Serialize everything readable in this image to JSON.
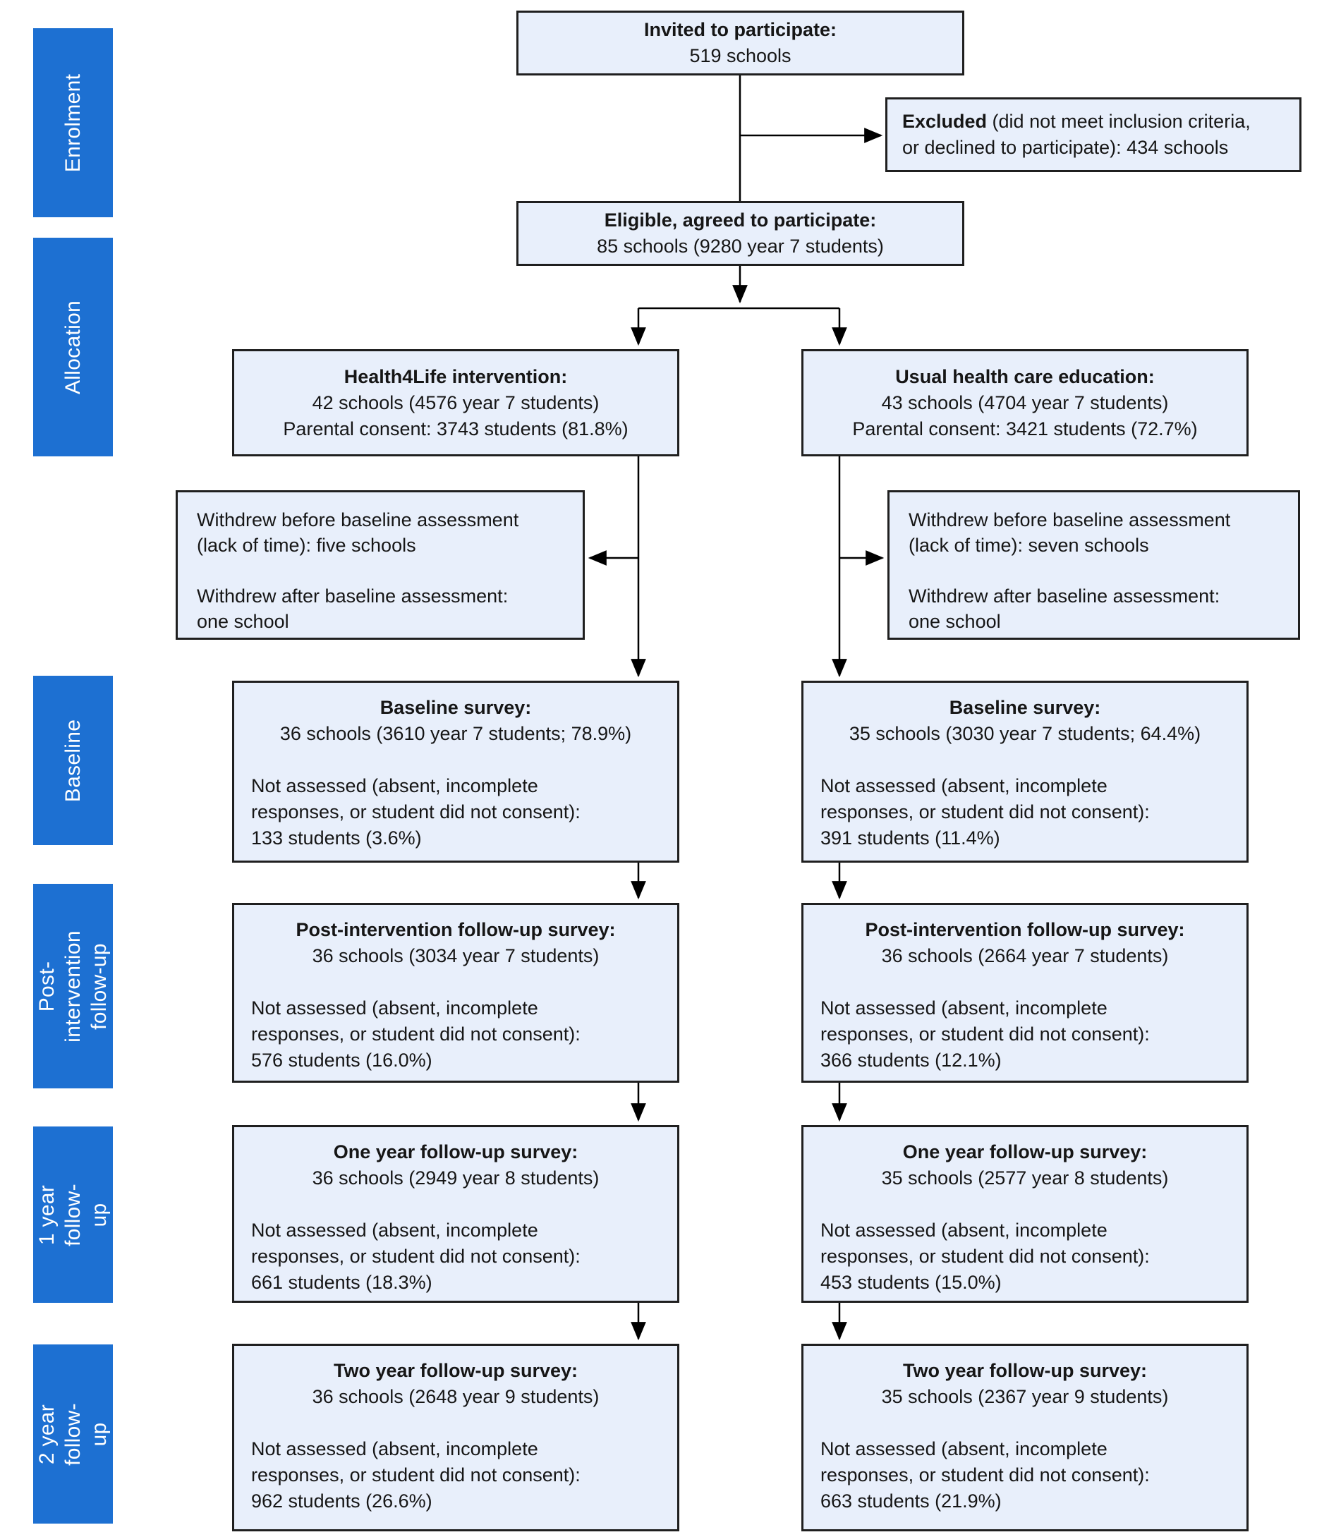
{
  "colors": {
    "stage_fill": "#1d70d2",
    "box_fill": "#e8effb",
    "box_border": "#1f1f1f",
    "connector": "#000000"
  },
  "stages": {
    "enrolment": "Enrolment",
    "allocation": "Allocation",
    "baseline": "Baseline",
    "post": "Post-intervention\nfollow-up",
    "year1": "1 year\nfollow-up",
    "year2": "2 year\nfollow-up"
  },
  "enrolment": {
    "invited": {
      "title": "Invited to participate:",
      "detail": "519 schools"
    },
    "excluded": {
      "lead": "Excluded",
      "detail": " (did not meet inclusion criteria,\nor declined to participate): 434 schools"
    },
    "eligible": {
      "title": "Eligible, agreed to participate:",
      "detail": "85 schools (9280 year 7 students)"
    }
  },
  "intervention": {
    "allocation": {
      "title": "Health4Life intervention:",
      "details": "42 schools (4576 year 7 students)\nParental consent: 3743 students (81.8%)"
    },
    "withdrew": "Withdrew before baseline assessment\n(lack of time): five schools\n\nWithdrew after baseline assessment:\none school",
    "baseline": {
      "title": "Baseline survey:",
      "count": "36 schools (3610 year 7 students; 78.9%)",
      "not_assessed": "Not assessed (absent, incomplete\nresponses, or student did not consent):\n133 students (3.6%)"
    },
    "post": {
      "title": "Post-intervention follow-up survey:",
      "count": "36 schools (3034 year 7 students)",
      "not_assessed": "Not assessed (absent, incomplete\nresponses, or student did not consent):\n576 students (16.0%)"
    },
    "year1": {
      "title": "One year follow-up survey:",
      "count": "36 schools (2949 year 8 students)",
      "not_assessed": "Not assessed (absent, incomplete\nresponses, or student did not consent):\n661 students (18.3%)"
    },
    "year2": {
      "title": "Two year follow-up survey:",
      "count": "36 schools (2648 year 9 students)",
      "not_assessed": "Not assessed (absent, incomplete\nresponses, or student did not consent):\n962 students (26.6%)"
    }
  },
  "control": {
    "allocation": {
      "title": "Usual health care education:",
      "details": "43 schools (4704 year 7 students)\nParental consent: 3421 students (72.7%)"
    },
    "withdrew": "Withdrew before baseline assessment\n(lack of time): seven schools\n\nWithdrew after baseline assessment:\none school",
    "baseline": {
      "title": "Baseline survey:",
      "count": "35 schools (3030 year 7 students; 64.4%)",
      "not_assessed": "Not assessed (absent, incomplete\nresponses, or student did not consent):\n391 students (11.4%)"
    },
    "post": {
      "title": "Post-intervention follow-up survey:",
      "count": "36 schools (2664 year 7 students)",
      "not_assessed": "Not assessed (absent, incomplete\nresponses, or student did not consent):\n366 students (12.1%)"
    },
    "year1": {
      "title": "One year follow-up survey:",
      "count": "35 schools (2577 year 8 students)",
      "not_assessed": "Not assessed (absent, incomplete\nresponses, or student did not consent):\n453 students (15.0%)"
    },
    "year2": {
      "title": "Two year follow-up survey:",
      "count": "35 schools (2367 year 9 students)",
      "not_assessed": "Not assessed (absent, incomplete\nresponses, or student did not consent):\n663 students (21.9%)"
    }
  }
}
